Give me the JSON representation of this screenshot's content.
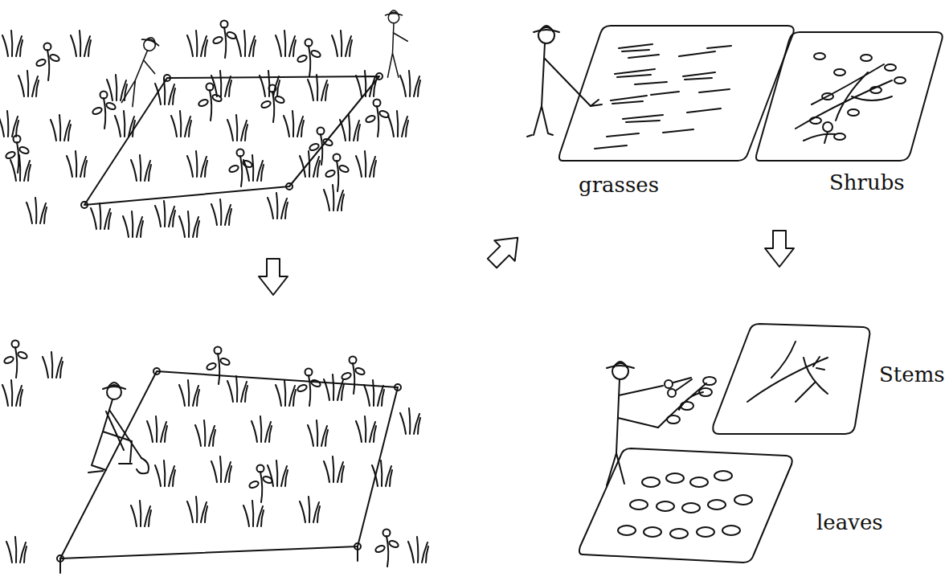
{
  "diagram": {
    "labels": [
      "grasses",
      "Shrubs",
      "Stems",
      "leaves"
    ]
  }
}
